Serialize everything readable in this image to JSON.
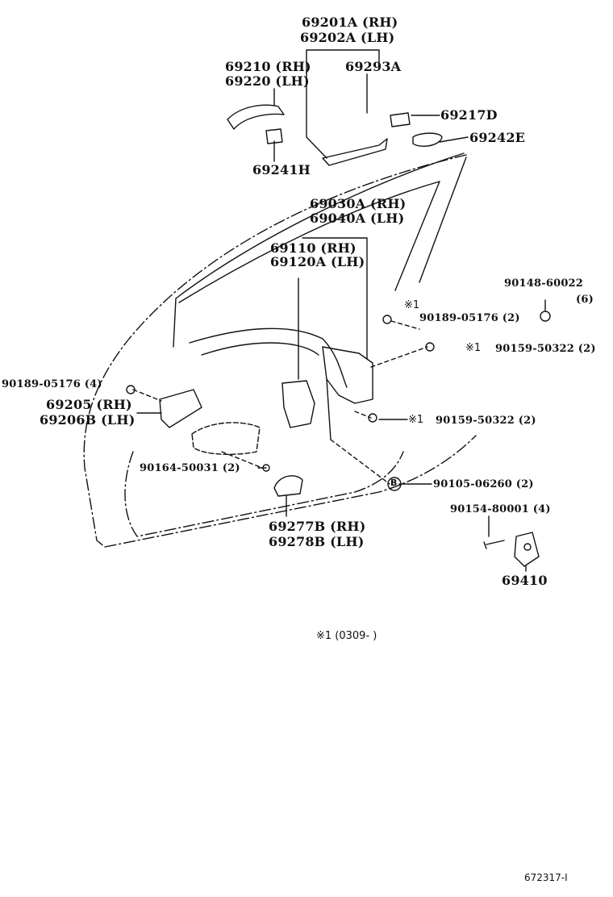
{
  "labels": {
    "p69201a": "69201A (RH)",
    "p69202a": "69202A (LH)",
    "p69210": "69210 (RH)",
    "p69220": "69220 (LH)",
    "p69293a": "69293A",
    "p69217d": "69217D",
    "p69242e": "69242E",
    "p69241h": "69241H",
    "p69030a": "69030A (RH)",
    "p69040a": "69040A (LH)",
    "p69110": "69110 (RH)",
    "p69120a": "69120A (LH)",
    "p90148": "90148-60022",
    "p90148_qty": "(6)",
    "p90189_a": "90189-05176 (2)",
    "p90159_a": "90159-50322 (2)",
    "p90189_b": "90189-05176 (4)",
    "p69205": "69205 (RH)",
    "p69206b": "69206B (LH)",
    "p90159_b": "90159-50322 (2)",
    "p90164": "90164-50031 (2)",
    "p90105": "90105-06260 (2)",
    "p90154": "90154-80001 (4)",
    "p69277b": "69277B (RH)",
    "p69278b": "69278B (LH)",
    "p69410": "69410",
    "mark_a": "※1",
    "mark_b": "※1",
    "mark_c": "※1",
    "b_marker": "B",
    "footnote": "※1  (0309-         )",
    "figure_number": "672317-I"
  }
}
